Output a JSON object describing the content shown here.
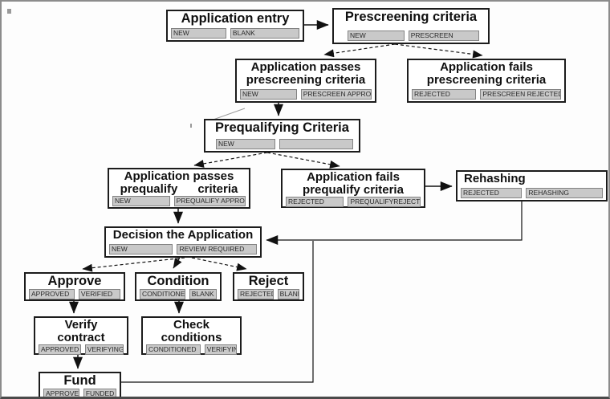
{
  "diagram": {
    "type": "flowchart",
    "colors": {
      "node_bg": "#ffffff",
      "node_border": "#1c1c1c",
      "cell_bg": "#c9c9c9",
      "cell_border": "#838383",
      "arrow": "#111111",
      "canvas_bg": "#fdfdfd",
      "frame": "#8c8c8c"
    }
  },
  "nodes": {
    "application_entry": {
      "title": "Application entry",
      "status_left": "NEW",
      "status_right": "BLANK"
    },
    "prescreening": {
      "title": "Prescreening criteria",
      "status_left": "NEW",
      "status_right": "PRESCREEN"
    },
    "passes_prescreening": {
      "title": "Application passes\nprescreening criteria",
      "status_left": "NEW",
      "status_right": "PRESCREEN APPROVED"
    },
    "fails_prescreening": {
      "title": "Application fails\nprescreening criteria",
      "status_left": "REJECTED",
      "status_right": "PRESCREEN REJECTED"
    },
    "prequalifying": {
      "title": "Prequalifying Criteria",
      "status_left": "NEW",
      "status_right": ""
    },
    "passes_prequalify": {
      "title": "Application passes\nprequalify      criteria",
      "status_left": "NEW",
      "status_right": "PREQUALIFY APPROVED"
    },
    "fails_prequalify": {
      "title": "Application fails\nprequalify criteria",
      "status_left": "REJECTED",
      "status_right": "PREQUALIFYREJECTED"
    },
    "rehashing": {
      "title": "Rehashing",
      "status_left": "REJECTED",
      "status_right": "REHASHING"
    },
    "decision": {
      "title": "Decision the Application",
      "status_left": "NEW",
      "status_right": "REVIEW REQUIRED"
    },
    "approve": {
      "title": "Approve",
      "status_left": "APPROVED",
      "status_right": "VERIFIED"
    },
    "condition": {
      "title": "Condition",
      "status_left": "CONDITIONED",
      "status_right": "BLANK"
    },
    "reject": {
      "title": "Reject",
      "status_left": "REJECTED",
      "status_right": "BLANK"
    },
    "verify_contract": {
      "title": "Verify\ncontract",
      "status_left": "APPROVED",
      "status_right": "VERIFYING"
    },
    "check_conditions": {
      "title": "Check\nconditions",
      "status_left": "CONDITIONED",
      "status_right": "VERIFYING"
    },
    "fund": {
      "title": "Fund",
      "status_left": "APPROVED",
      "status_right": "FUNDED"
    }
  }
}
